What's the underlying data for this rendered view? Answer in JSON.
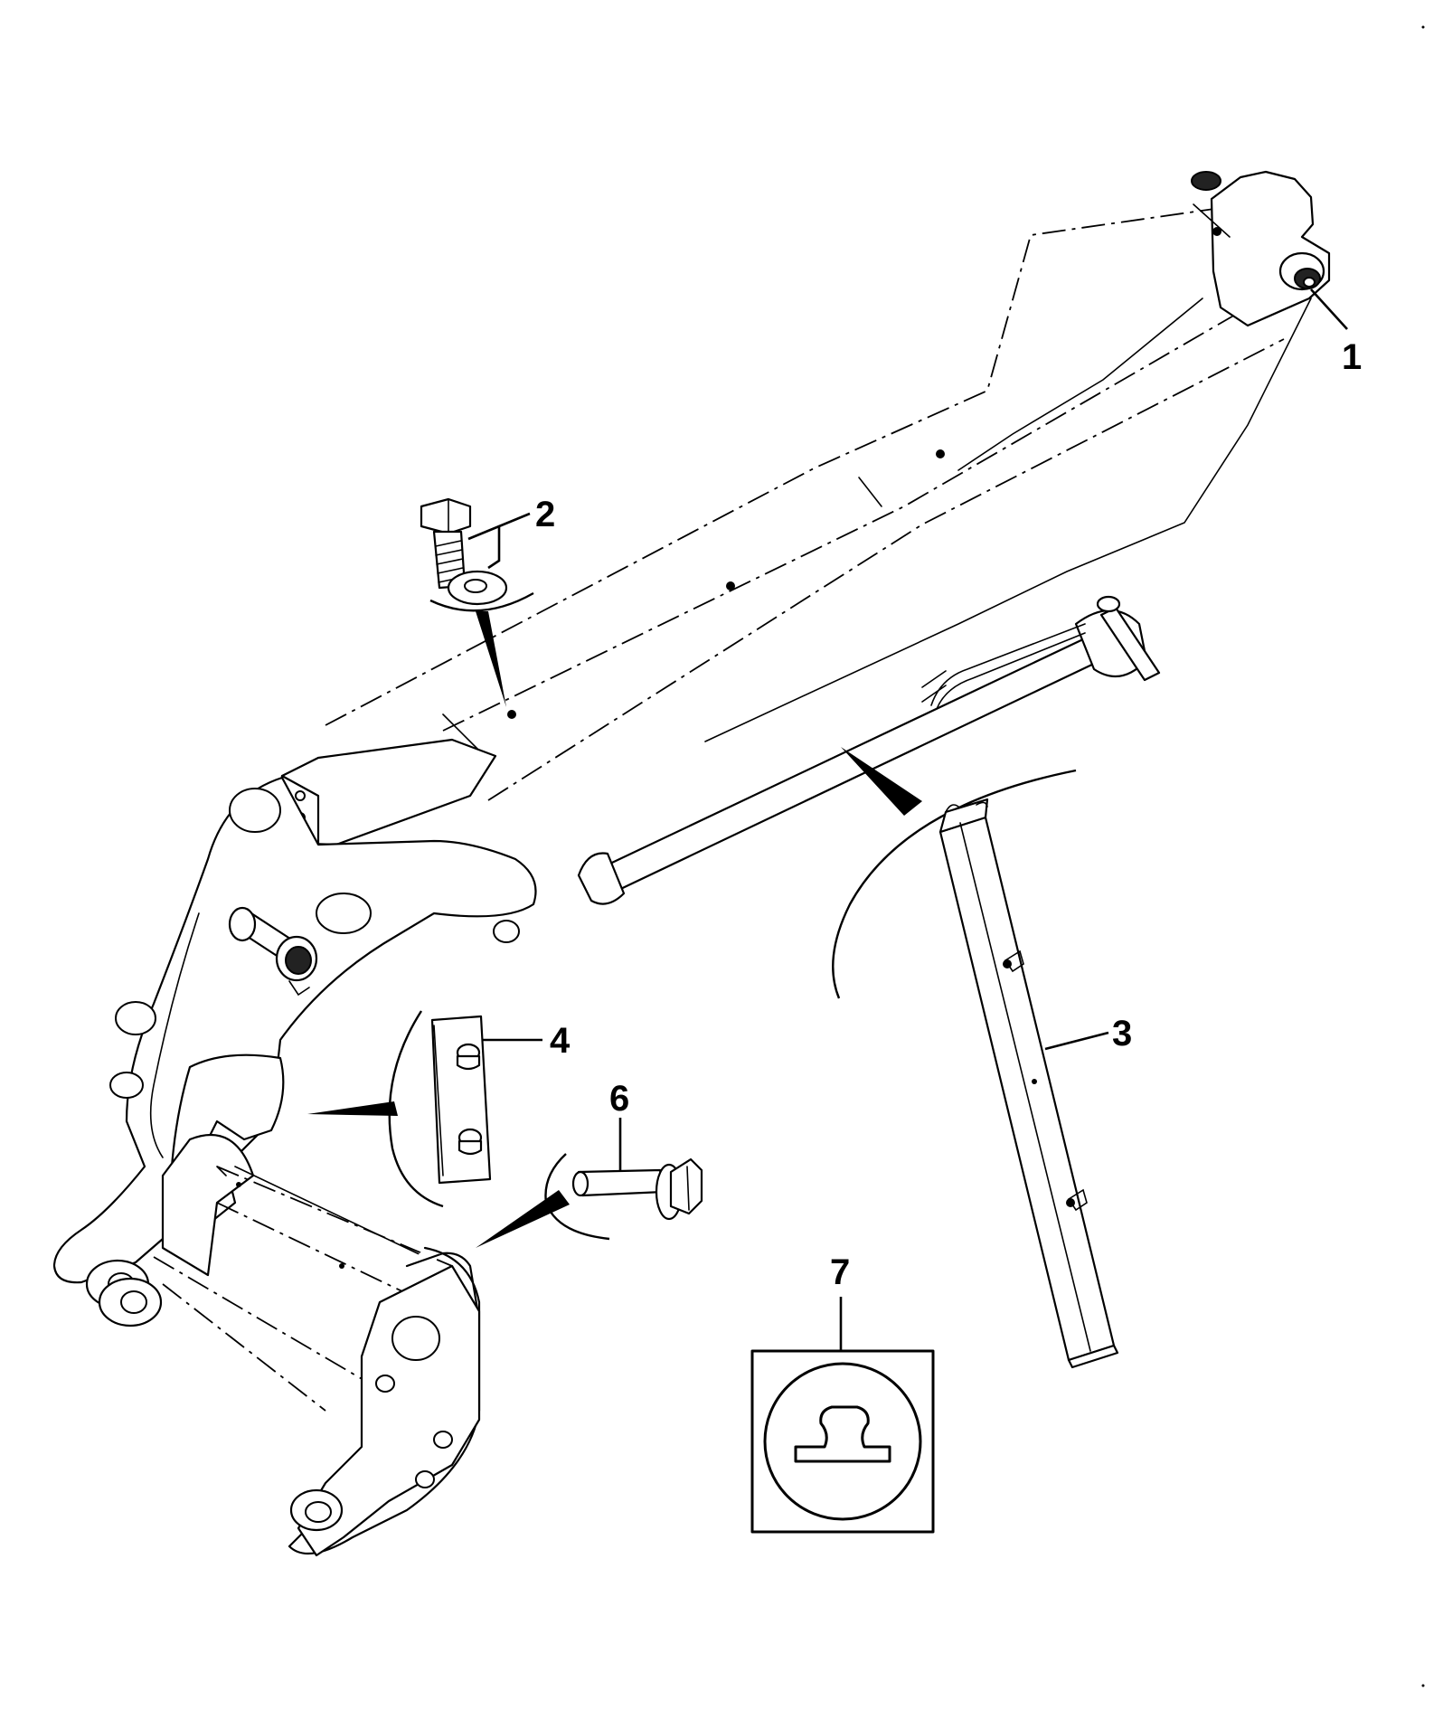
{
  "diagram": {
    "callouts": [
      {
        "id": "1",
        "label": "1"
      },
      {
        "id": "2",
        "label": "2"
      },
      {
        "id": "3",
        "label": "3"
      },
      {
        "id": "4",
        "label": "4"
      },
      {
        "id": "6",
        "label": "6"
      },
      {
        "id": "7",
        "label": "7"
      }
    ]
  },
  "colors": {
    "line": "#000000",
    "background": "#ffffff"
  }
}
